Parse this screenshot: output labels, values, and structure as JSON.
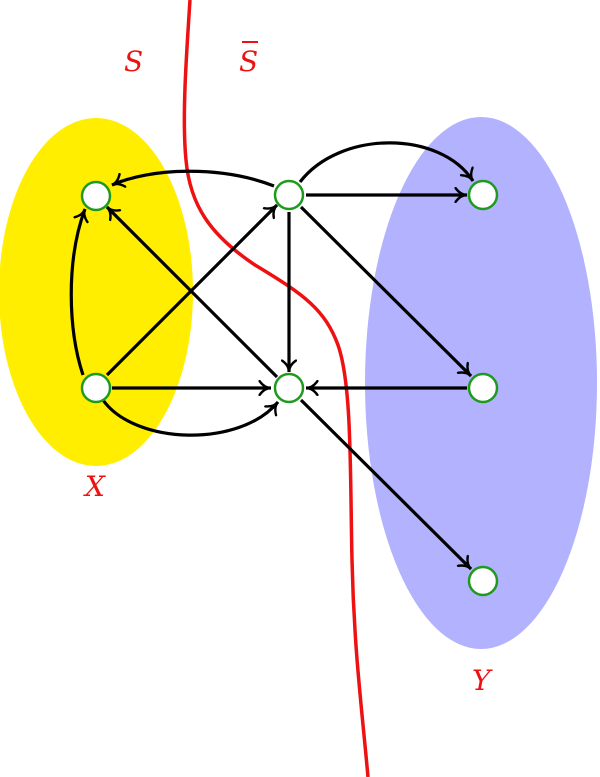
{
  "diagram": {
    "labels": {
      "s": "S",
      "s_bar": "S",
      "x": "X",
      "y": "Y"
    },
    "colors": {
      "x_region": "#ffee00",
      "y_region": "#b2b2ff",
      "cut_line": "#ee1111",
      "edges": "#000000",
      "node_stroke": "#1e9a1e",
      "node_fill": "#ffffff",
      "label": "#ee1111"
    },
    "nodes": [
      "x1",
      "x2",
      "m1",
      "m2",
      "y1",
      "y2",
      "y3"
    ],
    "edges": [
      {
        "from": "x2",
        "to": "x1"
      },
      {
        "from": "x2",
        "to": "m1"
      },
      {
        "from": "x2",
        "to": "m2"
      },
      {
        "from": "x2",
        "to": "m2"
      },
      {
        "from": "m1",
        "to": "x1"
      },
      {
        "from": "m1",
        "to": "m2"
      },
      {
        "from": "m1",
        "to": "y1"
      },
      {
        "from": "m1",
        "to": "y1"
      },
      {
        "from": "m1",
        "to": "y2"
      },
      {
        "from": "m2",
        "to": "x1"
      },
      {
        "from": "y2",
        "to": "m2"
      },
      {
        "from": "m2",
        "to": "y3"
      }
    ]
  }
}
